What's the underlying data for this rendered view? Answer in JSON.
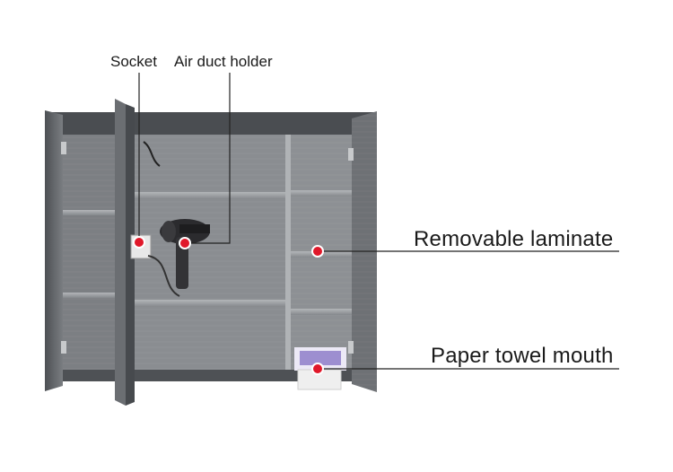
{
  "callouts": {
    "socket": "Socket",
    "air_duct_holder": "Air duct holder",
    "removable_laminate": "Removable laminate",
    "paper_towel_mouth": "Paper towel mouth"
  },
  "colors": {
    "cabinet_dark": "#5a5d60",
    "cabinet_mid": "#7f8286",
    "cabinet_light": "#a2a5a8",
    "shelf": "#9a9d9f",
    "marker_red": "#e0182a",
    "leader_line": "#222222",
    "tissue_box": "#8f7ec9"
  }
}
